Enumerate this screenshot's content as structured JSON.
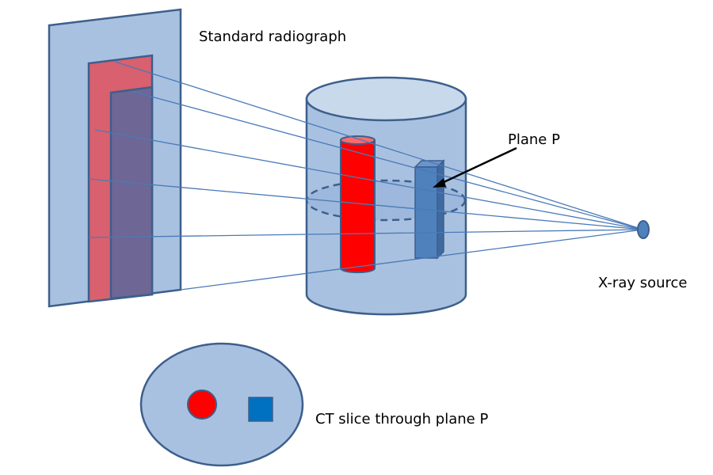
{
  "labels": {
    "radiograph": "Standard radiograph",
    "plane": "Plane P",
    "source": "X-ray source",
    "ct_slice": "CT slice through plane P"
  },
  "colors": {
    "panel_fill": "#a9c1e0",
    "outline": "#3d5f8c",
    "red_shadow": "#d9606e",
    "purple_shadow": "#6e6694",
    "cylinder_body": "#a9c1e0",
    "cylinder_top": "#c9d9ec",
    "red_rod": "#ff0000",
    "red_rod_top": "#ff6b6b",
    "blue_prism": "#4f81bd",
    "blue_prism_side": "#3f6aa0",
    "blue_prism_top": "#6a95cc",
    "ray": "#4a7ab8",
    "source_dot": "#4f81bd",
    "ct_ellipse": "#a9c1e0",
    "ct_square": "#0070c0",
    "arrow": "#000000"
  },
  "objects": [
    {
      "name": "red cylinder",
      "ct_shape": "circle"
    },
    {
      "name": "blue prism",
      "ct_shape": "square"
    }
  ]
}
